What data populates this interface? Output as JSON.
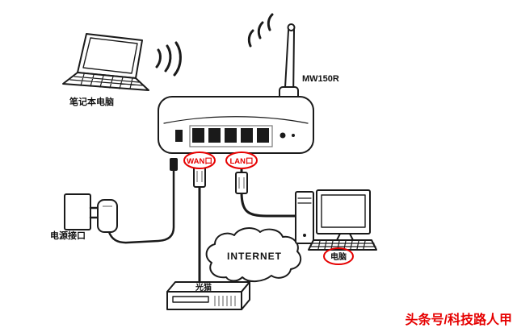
{
  "page": {
    "background": "#ffffff"
  },
  "diagram": {
    "labels": {
      "laptop": "笔记本电脑",
      "router_model": "MW150R",
      "wan_port": "WAN口",
      "lan_port": "LAN口",
      "power_jack": "电源接口",
      "internet": "INTERNET",
      "modem": "光猫",
      "computer": "电脑"
    },
    "watermark": "头条号/科技路人甲",
    "colors": {
      "highlight_red": "#e60000",
      "line_black": "#1a1a1a"
    }
  }
}
